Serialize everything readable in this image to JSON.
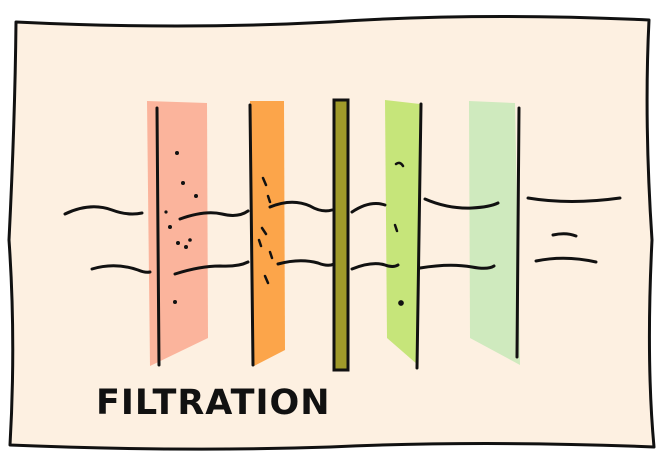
{
  "caption": "FILTRATION",
  "filters": [
    {
      "name": "coarse-filter",
      "color": "#fbb49c"
    },
    {
      "name": "medium-filter",
      "color": "#fca54a"
    },
    {
      "name": "membrane-filter",
      "color": "#a09a2a"
    },
    {
      "name": "fine-filter",
      "color": "#c6e57a"
    },
    {
      "name": "ultra-fine-filter",
      "color": "#cfeabe"
    }
  ],
  "colors": {
    "background": "#fdf0e1",
    "outline": "#111111"
  }
}
